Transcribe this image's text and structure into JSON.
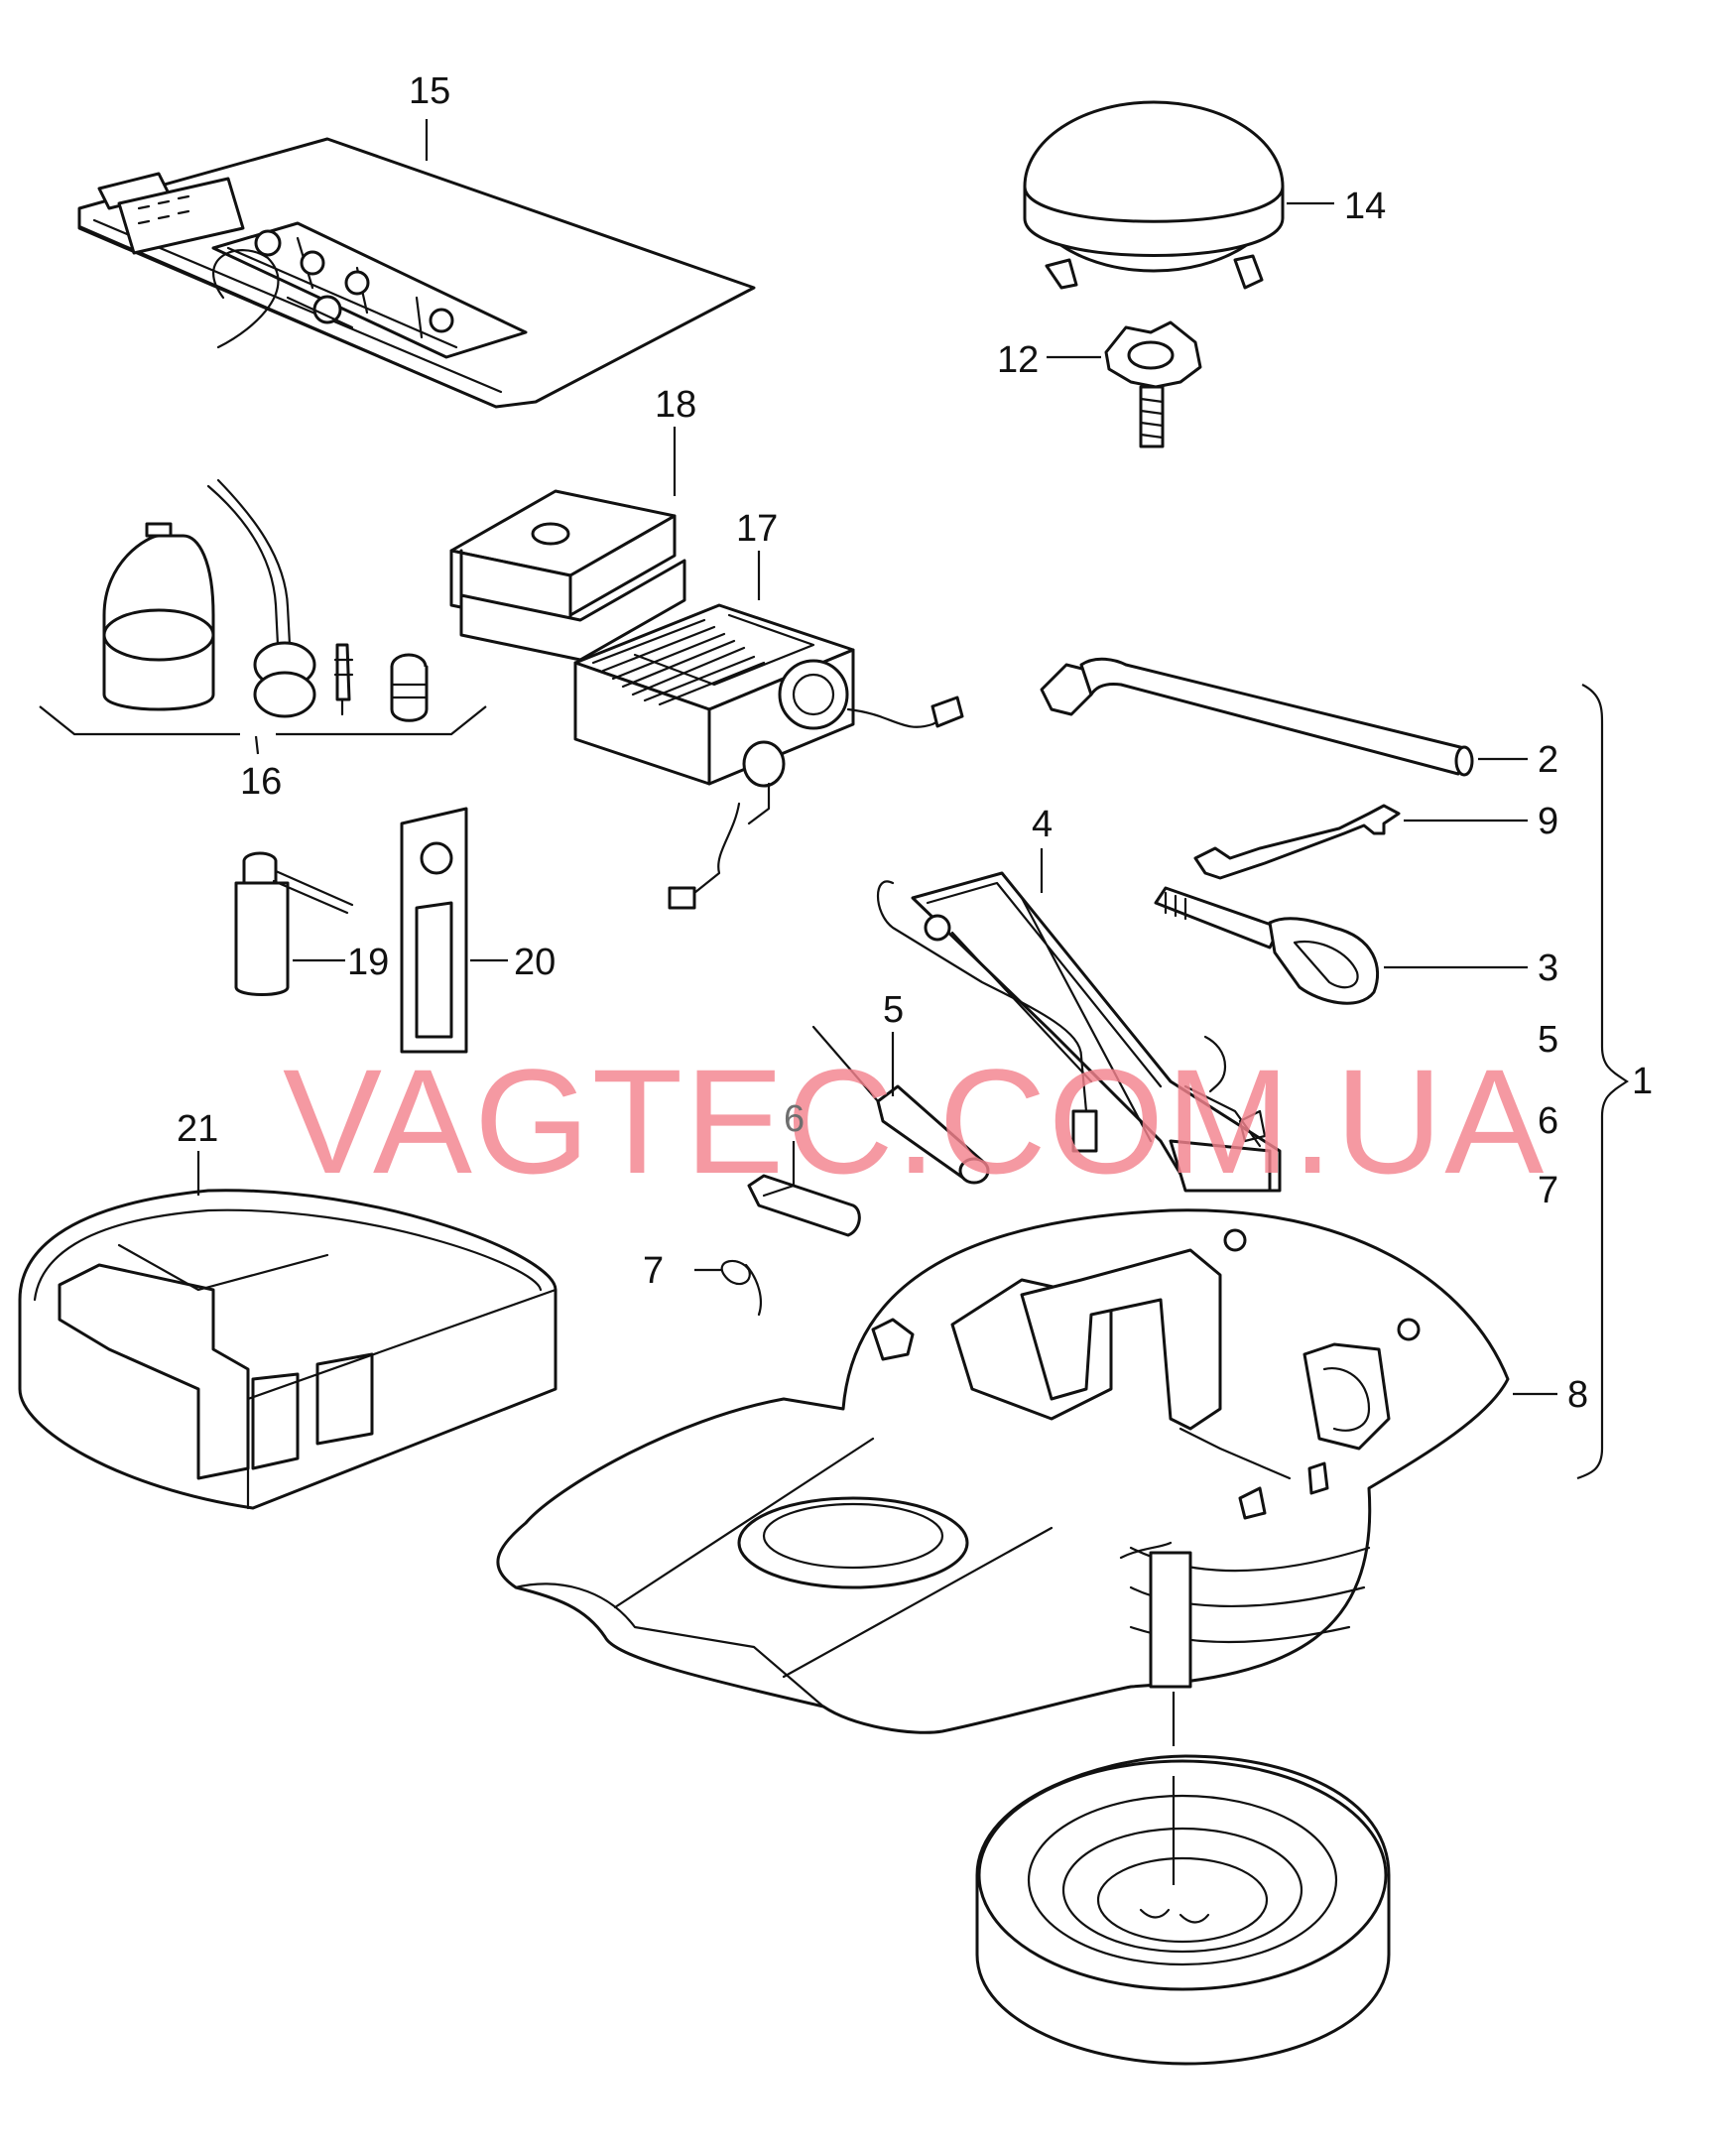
{
  "callouts": {
    "c1": "1",
    "c2": "2",
    "c3": "3",
    "c4": "4",
    "c5": "5",
    "c5r": "5",
    "c6": "6",
    "c6r": "6",
    "c7": "7",
    "c7r": "7",
    "c8": "8",
    "c9": "9",
    "c12": "12",
    "c14": "14",
    "c15": "15",
    "c16": "16",
    "c17": "17",
    "c18": "18",
    "c19": "19",
    "c20": "20",
    "c21": "21"
  },
  "watermark": "VAGTEC.COM.UA",
  "colors": {
    "line": "#111111",
    "watermark": "#f4838e",
    "background": "#ffffff"
  }
}
